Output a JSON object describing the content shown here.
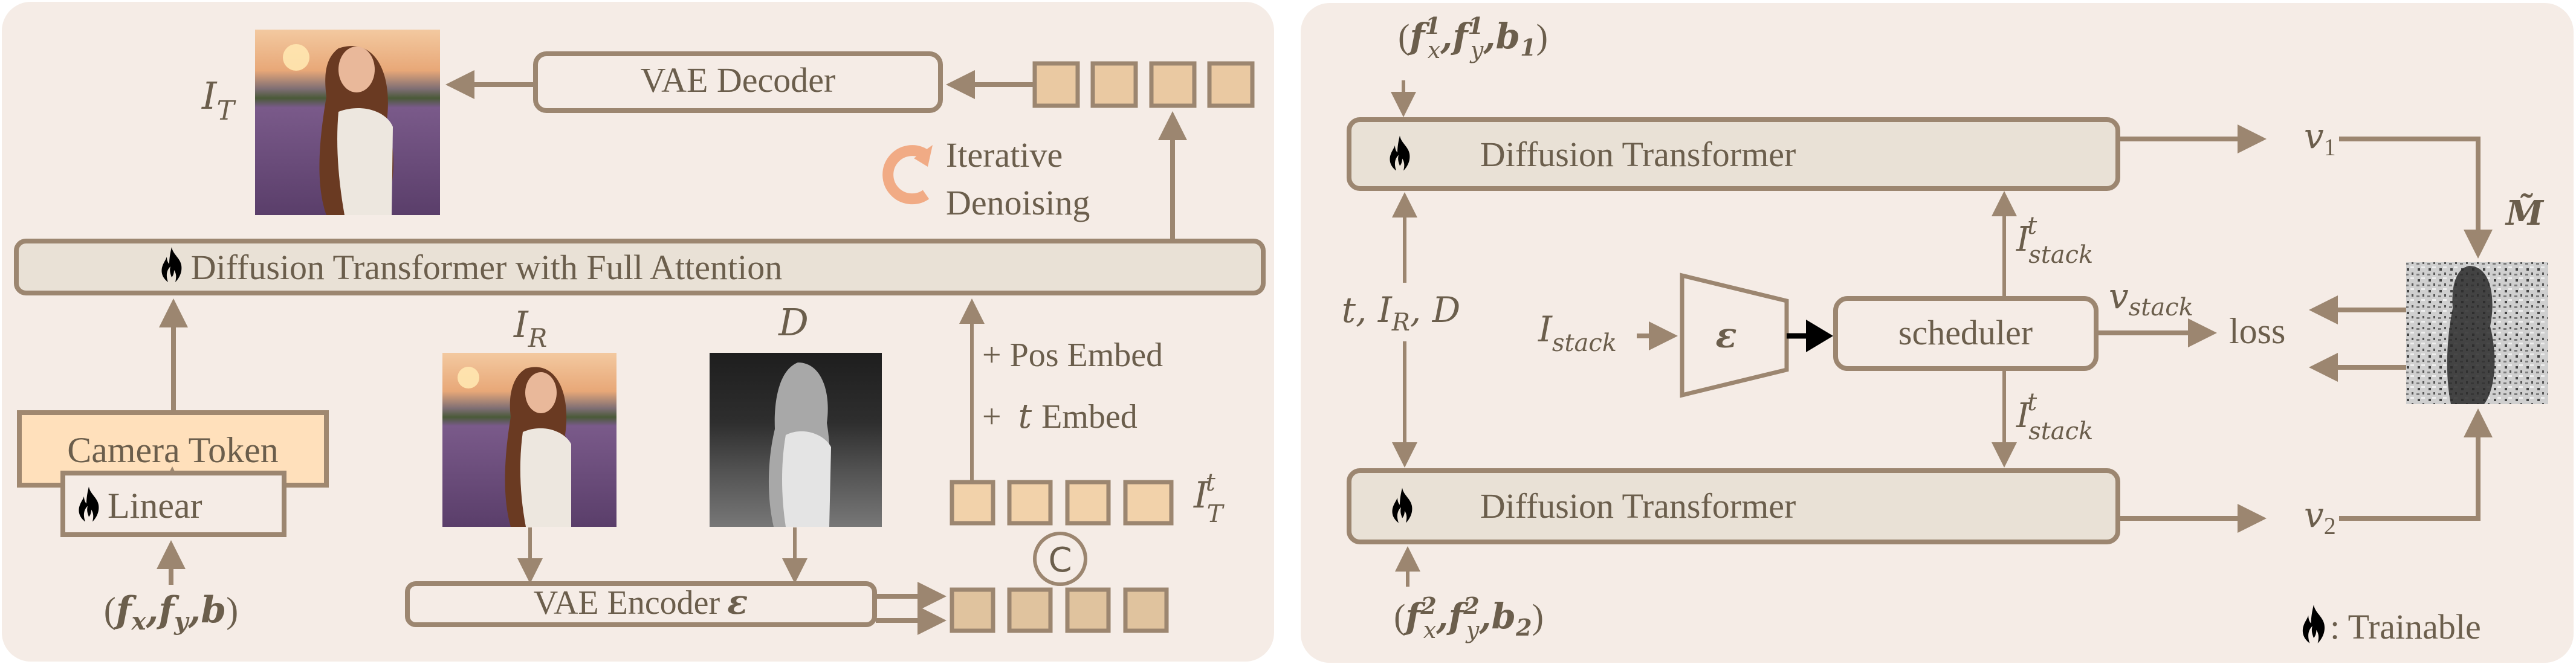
{
  "colors": {
    "panel_bg": "#F5ECE6",
    "box_fill": "#E9E1D6",
    "stroke": "#9C8670",
    "text": "#6B5E4C",
    "camera_token_fill": "#FFE0BB",
    "token_fill": "#EAC9A2",
    "iterative_icon": "#F1AB85"
  },
  "left_panel": {
    "target_image_label": "I",
    "target_image_label_sub": "T",
    "vae_decoder": "VAE Decoder",
    "iterative_line1": "Iterative",
    "iterative_line2": "Denoising",
    "dit_full": "Diffusion Transformer with Full Attention",
    "camera_token": "Camera Token",
    "linear": "Linear",
    "camera_input": {
      "open": "(",
      "fx": "f",
      "fx_sub": "x",
      "sep1": ",",
      "fy": "f",
      "fy_sub": "y",
      "sep2": ",",
      "b": "b",
      "close": ")"
    },
    "reference_label": "I",
    "reference_label_sub": "R",
    "depth_label": "D",
    "vae_encoder": "VAE Encoder",
    "vae_encoder_symbol": "ε",
    "pos_embed": "+ Pos Embed",
    "t_embed_plus": "+",
    "t_embed_t": "t",
    "t_embed_text": "Embed",
    "noisy_label": "I",
    "noisy_label_sub": "T",
    "noisy_label_sup": "t",
    "concat_symbol": "C",
    "token_count": 4
  },
  "right_panel": {
    "top_input": {
      "open": "(",
      "f": "f",
      "x_sub": "x",
      "y_sub": "y",
      "sup": "1",
      "b": "b",
      "b_sub": "1",
      "close": ")"
    },
    "bottom_input": {
      "open": "(",
      "f": "f",
      "x_sub": "x",
      "y_sub": "y",
      "sup": "2",
      "b": "b",
      "b_sub": "2",
      "close": ")"
    },
    "dit_top": "Diffusion Transformer",
    "dit_bottom": "Diffusion Transformer",
    "cond_label": "t, I",
    "cond_label_sub": "R",
    "cond_label_tail": ", D",
    "stack_label": "I",
    "stack_label_sub": "stack",
    "encoder_symbol": "ε",
    "scheduler": "scheduler",
    "stack_t_label": "I",
    "stack_t_sup": "t",
    "stack_t_sub": "stack",
    "v_stack": "v",
    "v_stack_sub": "stack",
    "loss": "loss",
    "v1": "v",
    "v1_sub": "1",
    "v2": "v",
    "v2_sub": "2",
    "mask_label": "M̃",
    "legend_text": ": Trainable"
  }
}
